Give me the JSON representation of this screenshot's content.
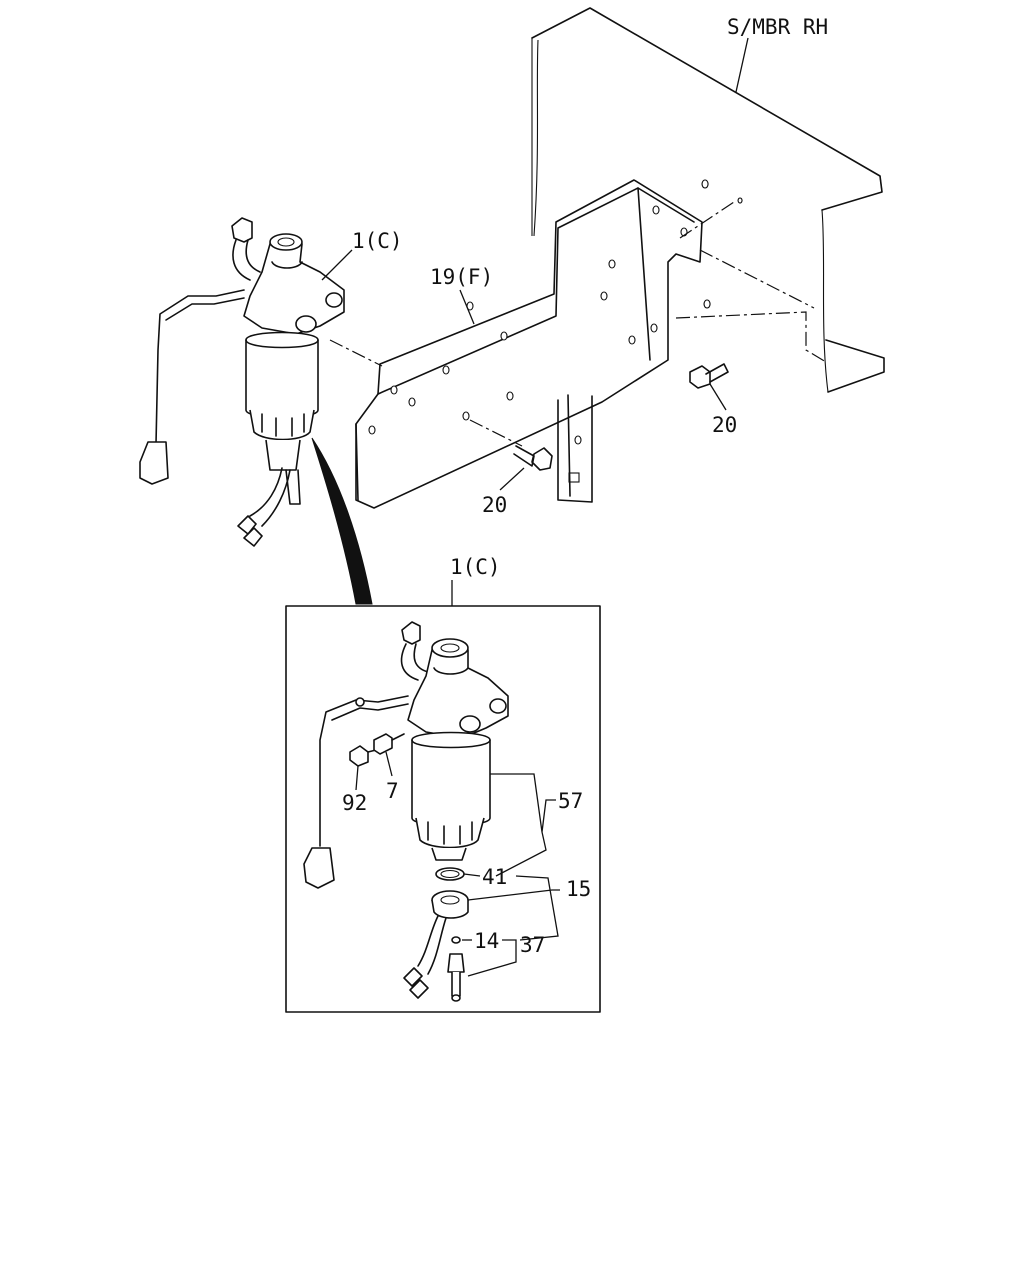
{
  "labels": {
    "frame": "S/MBR RH",
    "filter_assy": "1(C)",
    "bracket": "19(F)",
    "bolt_upper": "20",
    "bolt_lower": "20",
    "detail_ref": "1(C)",
    "bolt_92": "92",
    "part_7": "7",
    "element": "57",
    "oring": "41",
    "bowl": "15",
    "part_14": "14",
    "sensor": "37"
  },
  "colors": {
    "line": "#111111",
    "background": "#ffffff"
  }
}
